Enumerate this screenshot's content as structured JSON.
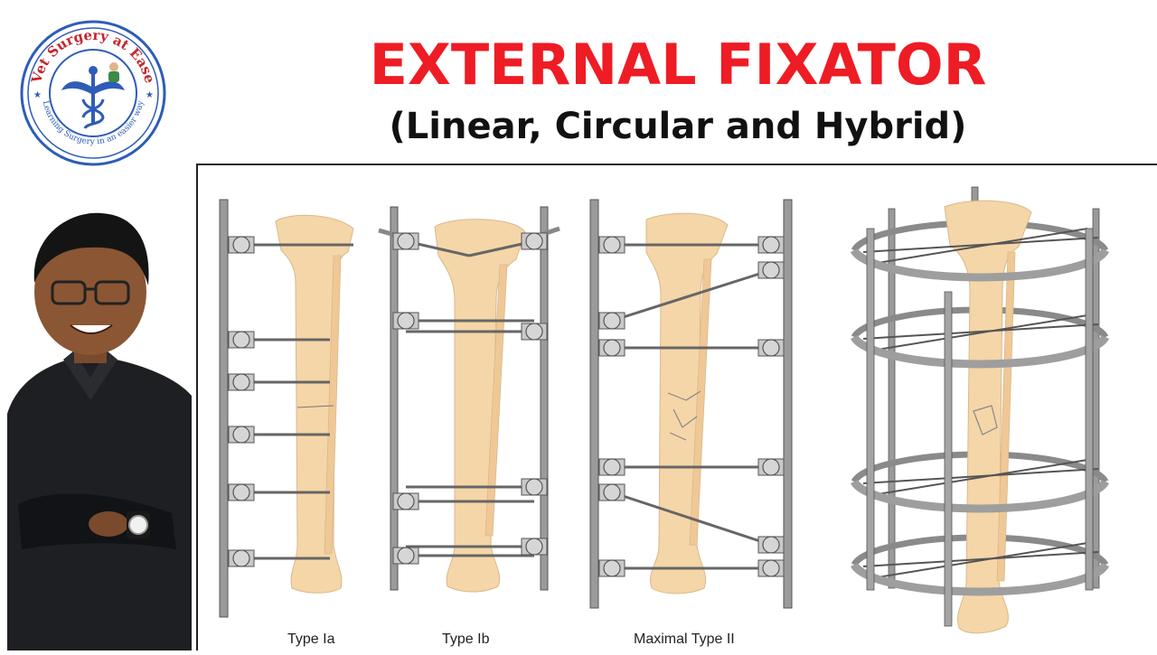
{
  "logo": {
    "text_top": "Vet Surgery at Ease",
    "text_bottom": "Learning Surgery in an easier way",
    "ring_color": "#2e5cb8",
    "icon": "caduceus-vet-icon"
  },
  "header": {
    "title": "EXTERNAL FIXATOR",
    "subtitle": "(Linear, Circular and Hybrid)",
    "title_color": "#ee1c24"
  },
  "figure": {
    "captions": [
      "Type Ia",
      "Type Ib",
      "Maximal Type II"
    ],
    "bone_color": "#f5d6a8",
    "metal_color": "#9a9a9a"
  },
  "presenter": {
    "icon": "presenter-photo"
  }
}
